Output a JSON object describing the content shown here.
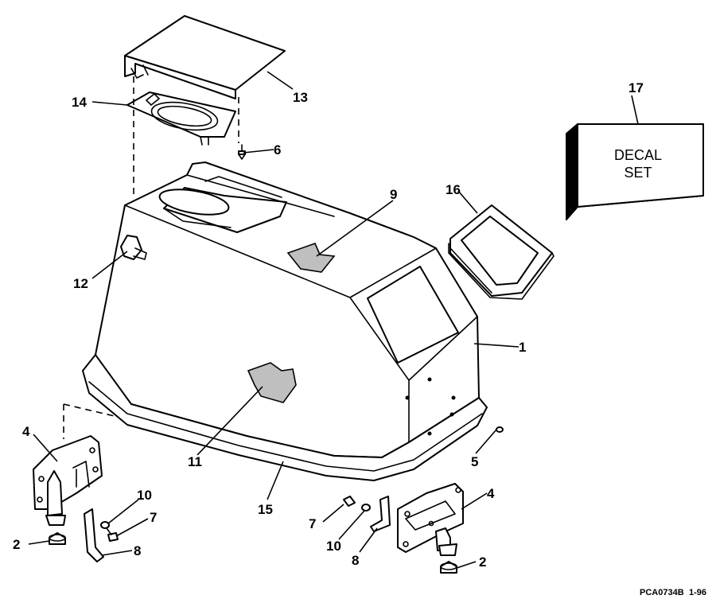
{
  "callouts": {
    "c1": "1",
    "c2a": "2",
    "c2b": "2",
    "c4a": "4",
    "c4b": "4",
    "c5": "5",
    "c6": "6",
    "c7a": "7",
    "c7b": "7",
    "c8a": "8",
    "c8b": "8",
    "c9": "9",
    "c10a": "10",
    "c10b": "10",
    "c11": "11",
    "c12": "12",
    "c13": "13",
    "c14": "14",
    "c15": "15",
    "c16": "16",
    "c17": "17"
  },
  "decal": {
    "line1": "DECAL",
    "line2": "SET"
  },
  "footer": {
    "code": "PCA0734B",
    "date": "1-96"
  }
}
